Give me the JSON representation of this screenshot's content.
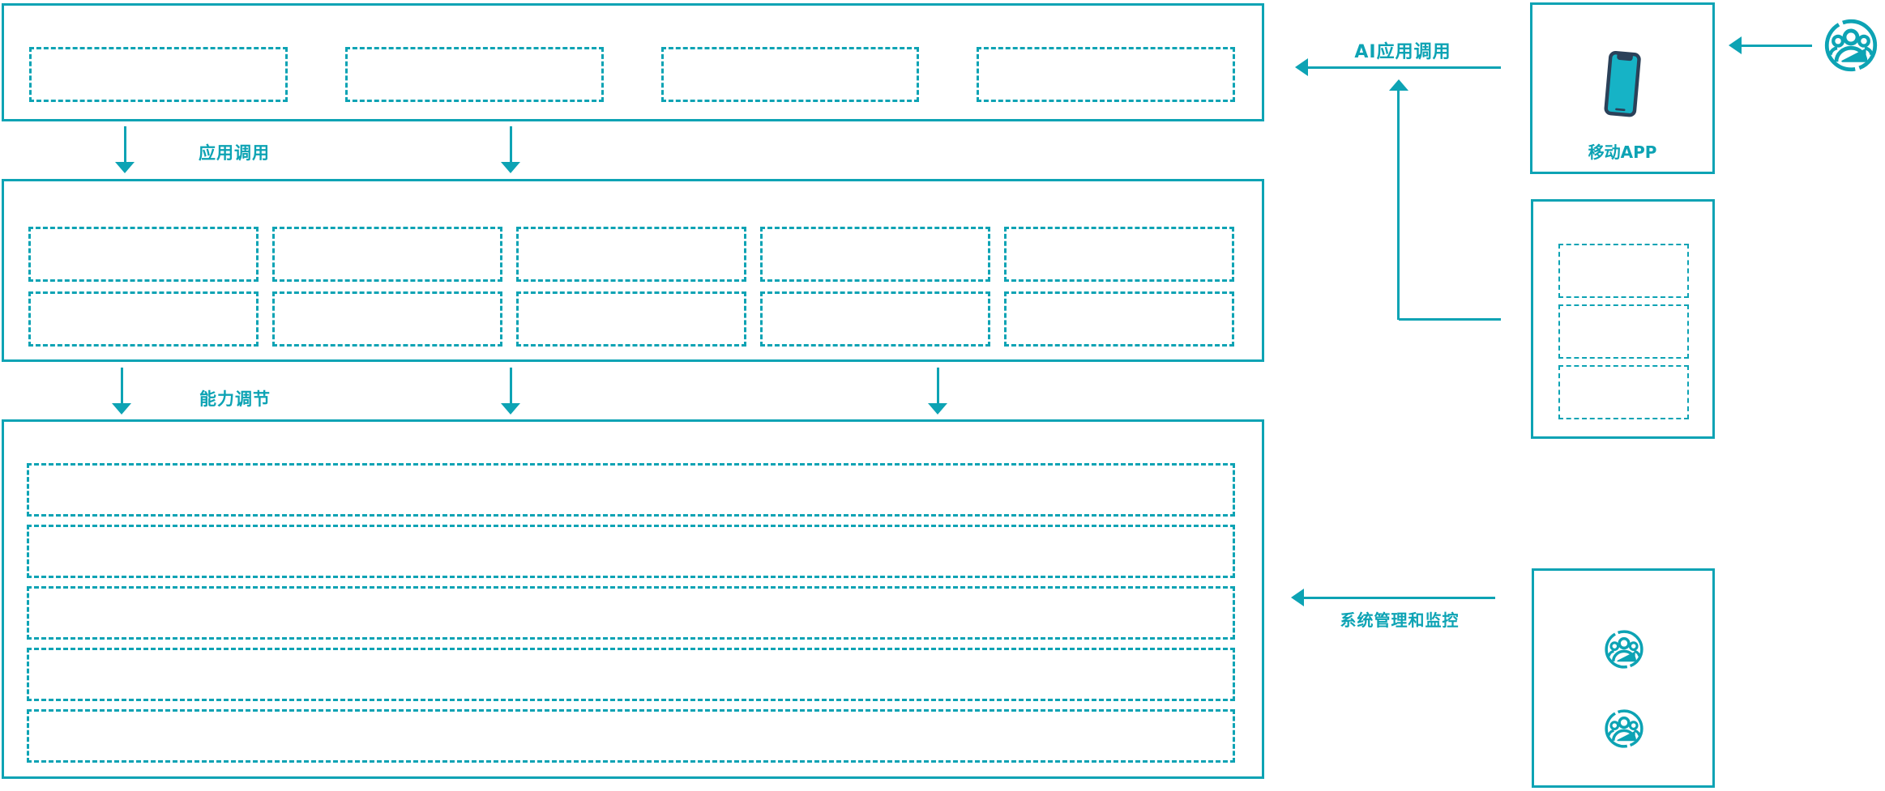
{
  "colors": {
    "accent": "#0da3b4",
    "phone_screen": "#16b3c6",
    "phone_frame": "#2b4159",
    "background": "#ffffff"
  },
  "panels": {
    "application_layer": {
      "placeholder_count": 4
    },
    "capability_layer": {
      "rows": 2,
      "cols": 5,
      "placeholder_count": 10
    },
    "platform_layer": {
      "placeholder_count": 5
    },
    "mobile_app": {
      "label": "移动APP",
      "icon": "smartphone-icon"
    },
    "open_platform": {
      "placeholder_count": 3
    },
    "admin": {
      "icon": "user-group-icon",
      "icon_count": 2
    }
  },
  "edges": {
    "app_call": {
      "label": "应用调用"
    },
    "capability_adjust": {
      "label": "能力调节"
    },
    "ai_app_call": {
      "label": "AI应用调用"
    },
    "system_management": {
      "label": "系统管理和监控"
    }
  },
  "actors": {
    "user": {
      "icon": "user-group-icon"
    }
  }
}
